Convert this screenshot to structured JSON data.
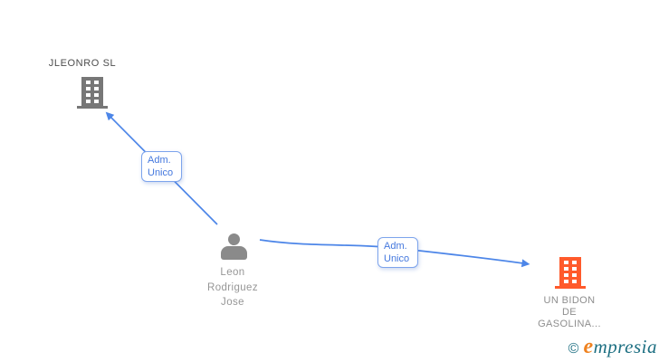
{
  "diagram": {
    "edge_color": "#4d86e8",
    "nodes": {
      "company1": {
        "type": "company",
        "label": "JLEONRO SL",
        "icon": "building-icon",
        "icon_color": "#777777",
        "label_color": "#4d4d4d"
      },
      "person": {
        "type": "person",
        "label_lines": [
          "Leon",
          "Rodriguez",
          "Jose"
        ],
        "icon": "person-icon",
        "icon_color": "#8a8a8a",
        "label_color": "#969696"
      },
      "company2": {
        "type": "company",
        "label_lines": [
          "UN BIDON",
          "DE",
          "GASOLINA..."
        ],
        "icon": "building-icon",
        "icon_color": "#ff5a2b",
        "label_color": "#8e8e8e"
      }
    },
    "edges": [
      {
        "from": "person",
        "to": "company1",
        "label_lines": [
          "Adm.",
          "Unico"
        ]
      },
      {
        "from": "person",
        "to": "company2",
        "label_lines": [
          "Adm.",
          "Unico"
        ]
      }
    ]
  },
  "watermark": {
    "copyright_symbol": "©",
    "brand_initial": "e",
    "brand_rest": "mpresia",
    "initial_color": "#ef8220",
    "text_color": "#1d6f82"
  }
}
